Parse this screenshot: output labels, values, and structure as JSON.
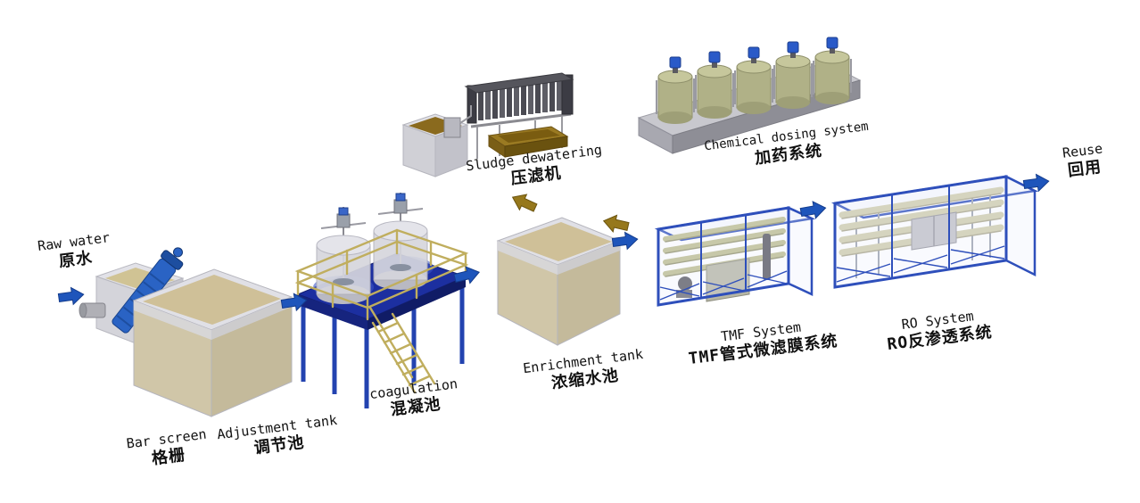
{
  "diagram_type": "water-treatment-process-flow",
  "stages": {
    "raw_water": {
      "en": "Raw water",
      "zh": "原水"
    },
    "bar_screen": {
      "en": "Bar screen",
      "zh": "格栅"
    },
    "adjustment_tank": {
      "en": "Adjustment tank",
      "zh": "调节池"
    },
    "coagulation": {
      "en": "coagulation",
      "zh": "混凝池"
    },
    "sludge_dewatering": {
      "en": "Sludge dewatering",
      "zh": "压滤机"
    },
    "enrichment_tank": {
      "en": "Enrichment tank",
      "zh": "浓缩水池"
    },
    "chemical_dosing_system": {
      "en": "Chemical dosing system",
      "zh": "加药系统"
    },
    "tmf_system": {
      "en": "TMF System",
      "zh": "TMF管式微滤膜系统"
    },
    "ro_system": {
      "en": "RO System",
      "zh": "RO反渗透系统"
    },
    "reuse": {
      "en": "Reuse",
      "zh": "回用"
    }
  },
  "colors": {
    "flow_arrow_blue": "#1e55bb",
    "sludge_arrow_brown": "#96781c",
    "skid_frame_blue": "#2e4fbb",
    "platform_deck_blue": "#1c2fa0",
    "railing_tan": "#c0ae5e",
    "tank_water_tan": "#cfc098",
    "dosing_tank_khaki": "#b0b187",
    "machine_gray": "#4a4a52",
    "sludge_brown": "#8a6a1e"
  }
}
